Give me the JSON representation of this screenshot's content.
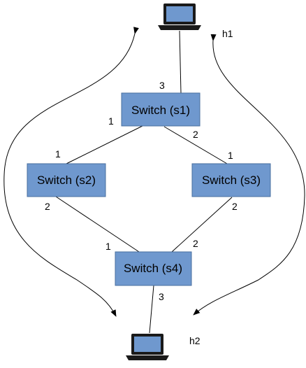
{
  "hosts": {
    "h1": {
      "label": "h1"
    },
    "h2": {
      "label": "h2"
    }
  },
  "switches": {
    "s1": {
      "label": "Switch (s1)"
    },
    "s2": {
      "label": "Switch (s2)"
    },
    "s3": {
      "label": "Switch (s3)"
    },
    "s4": {
      "label": "Switch (s4)"
    }
  },
  "ports": {
    "s1_to_h1": "3",
    "s1_to_s2": "1",
    "s1_to_s3": "2",
    "s2_to_s1": "1",
    "s2_to_s4": "2",
    "s3_to_s1": "1",
    "s3_to_s4": "2",
    "s4_to_s2": "1",
    "s4_to_s3": "2",
    "s4_to_h2": "3"
  },
  "colors": {
    "switch_fill": "#6f98ce",
    "switch_border": "#4a6f9f",
    "laptop_screen": "#6f98ce"
  },
  "icons": {
    "host": "laptop-icon"
  }
}
